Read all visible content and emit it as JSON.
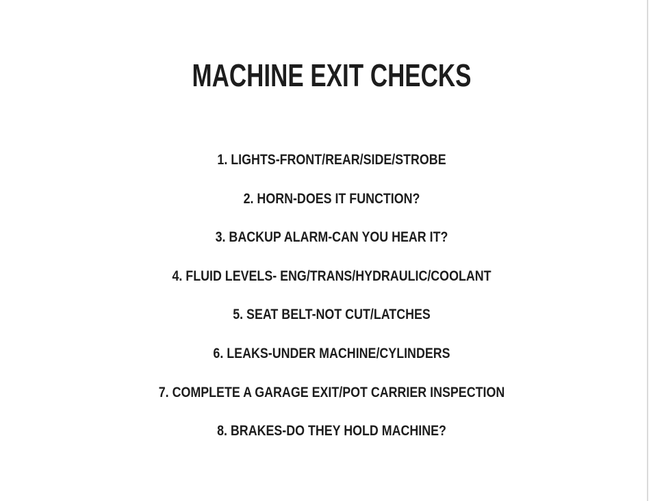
{
  "document": {
    "title": "MACHINE EXIT CHECKS",
    "items": [
      "1. LIGHTS-FRONT/REAR/SIDE/STROBE",
      "2. HORN-DOES IT FUNCTION?",
      "3. BACKUP ALARM-CAN YOU HEAR IT?",
      "4. FLUID LEVELS- ENG/TRANS/HYDRAULIC/COOLANT",
      "5. SEAT BELT-NOT CUT/LATCHES",
      "6. LEAKS-UNDER MACHINE/CYLINDERS",
      "7. COMPLETE A GARAGE EXIT/POT CARRIER INSPECTION",
      "8. BRAKES-DO THEY HOLD MACHINE?"
    ],
    "colors": {
      "text": "#1d1d1d",
      "page_edge_line": "#dadada",
      "background": "#ffffff"
    }
  }
}
